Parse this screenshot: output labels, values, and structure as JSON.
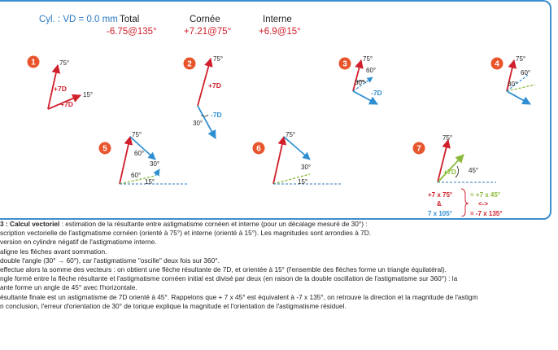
{
  "header": {
    "cyl_label": "Cyl. : VD = 0.0 mm",
    "total": {
      "label": "Total",
      "value": "-6.75@135°"
    },
    "cornea": {
      "label": "Cornée",
      "value": "+7.21@75°"
    },
    "internal": {
      "label": "Interne",
      "value": "+6.9@15°"
    }
  },
  "colors": {
    "red": "#d0202c",
    "blue": "#2d8fd2",
    "green": "#8bbb3a",
    "badge": "#e8552d",
    "frame": "#3a8fd0",
    "dash": "#2a78c0"
  },
  "steps": [
    {
      "num": "1",
      "labels": [
        "75°",
        "+7D",
        "15°",
        "+7D"
      ]
    },
    {
      "num": "2",
      "labels": [
        "75°",
        "+7D",
        "30°",
        "-7D"
      ]
    },
    {
      "num": "3",
      "labels": [
        "75°",
        "60°",
        "30°",
        "-7D"
      ]
    },
    {
      "num": "4",
      "labels": [
        "75°",
        "60°",
        "30°"
      ]
    },
    {
      "num": "5",
      "labels": [
        "75°",
        "60°",
        "30°",
        "60°",
        "15°"
      ]
    },
    {
      "num": "6",
      "labels": [
        "75°",
        "30°",
        "15°"
      ]
    },
    {
      "num": "7",
      "labels": [
        "75°",
        "+7D",
        "45°"
      ]
    }
  ],
  "equation": {
    "left_top": "+7 x 75°",
    "amp": "&",
    "left_bottom": "7 x 105°",
    "right_top": "= +7 x 45°",
    "arrow": "<->",
    "right_bottom": "= -7 x 135°"
  },
  "caption": {
    "title": "3 : Calcul vectoriel",
    "intro": " : estimation de la résultante entre astigmatisme cornéen et interne (pour un décalage mesuré de 30°) :",
    "lines": [
      "scription vectorielle de l'astigmatisme cornéen (orienté à 75°) et interne (orienté à 15°). Les magnitudes sont arrondies à 7D.",
      "version en cylindre négatif de l'astigmatisme interne.",
      "aligne les flèches avant sommation.",
      "double l'angle (30° → 60°), car l'astigmatisme \"oscille\" deux fois sur 360°.",
      "effectue alors la somme des vecteurs : on obtient une flèche résultante de 7D, et orientée à 15° (l'ensemble des flèches forme un triangle équilatéral).",
      "ngle formé entre la flèche résultante et l'astigmatisme cornéen initial est divisé par deux (en raison de la double oscillation de l'astigmatisme sur 360°) : la",
      "ante forme un angle de 45° avec l'horizontale.",
      "ésultante finale est un astigmatisme de 7D orienté à 45°. Rappelons que + 7 x 45° est équivalent à -7 x 135°, on retrouve la direction et la magnitude de l'astigm",
      "n conclusion, l'erreur d'orientation de 30° de torique explique la magnitude et l'orientation de l'astigmatisme résiduel."
    ]
  }
}
